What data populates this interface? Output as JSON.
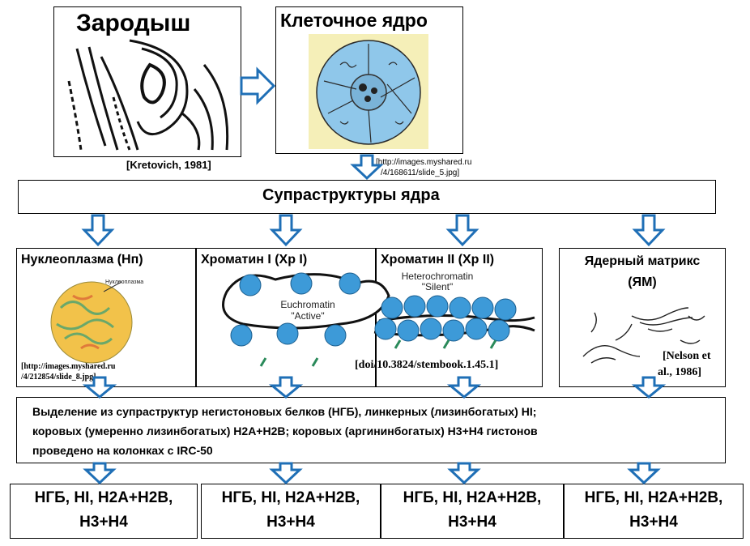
{
  "top": {
    "embryo_title": "Зародыш",
    "embryo_citation": "[Kretovich, 1981]",
    "nucleus_title": "Клеточное ядро",
    "nucleus_citation_line1": "[http://images.myshared.ru",
    "nucleus_citation_line2": "/4/168611/slide_5.jpg]"
  },
  "suprastructures_label": "Супраструктуры ядра",
  "nucleoplasm": {
    "title": "Нуклеоплазма (Нп)",
    "inner_label": "Нуклеоплазма",
    "citation_line1": "[http://images.myshared.ru",
    "citation_line2": "/4/212854/slide_8.jpg]"
  },
  "chromatin1": {
    "title": "Хроматин I (Хр I)",
    "euchromatin_line1": "Euchromatin",
    "euchromatin_line2": "\"Active\""
  },
  "chromatin2": {
    "title": "Хроматин II (Хр II)",
    "heterochromatin_line1": "Heterochromatin",
    "heterochromatin_line2": "\"Silent\"",
    "citation": "[doi/10.3824/stembook.1.45.1]"
  },
  "matrix": {
    "title_line1": "Ядерный матрикс",
    "title_line2": "(ЯМ)",
    "citation_line1": "[Nelson et",
    "citation_line2": "al., 1986]"
  },
  "method_text": {
    "line1": "Выделение из супраструктур негистоновых белков (НГБ), линкерных (лизинбогатых) НI;",
    "line2": "коровых (умеренно лизинбогатых) Н2А+Н2В; коровых (аргининбогатых) Н3+Н4 гистонов",
    "line3": "проведено на колонках с IRC-50"
  },
  "results": [
    {
      "line1": "НГБ, НI, Н2А+Н2В,",
      "line2": "Н3+Н4"
    },
    {
      "line1": "НГБ, НI, Н2А+Н2В,",
      "line2": "Н3+Н4"
    },
    {
      "line1": "НГБ, НI, Н2А+Н2В,",
      "line2": "Н3+Н4"
    },
    {
      "line1": "НГБ, НI, Н2А+Н2В,",
      "line2": "Н3+Н4"
    }
  ],
  "colors": {
    "arrow_stroke": "#1f6fb6",
    "nucleus_fill": "#8fc7ea",
    "nucleus_bg": "#f5efb8",
    "bead_fill": "#3d9ad8"
  }
}
